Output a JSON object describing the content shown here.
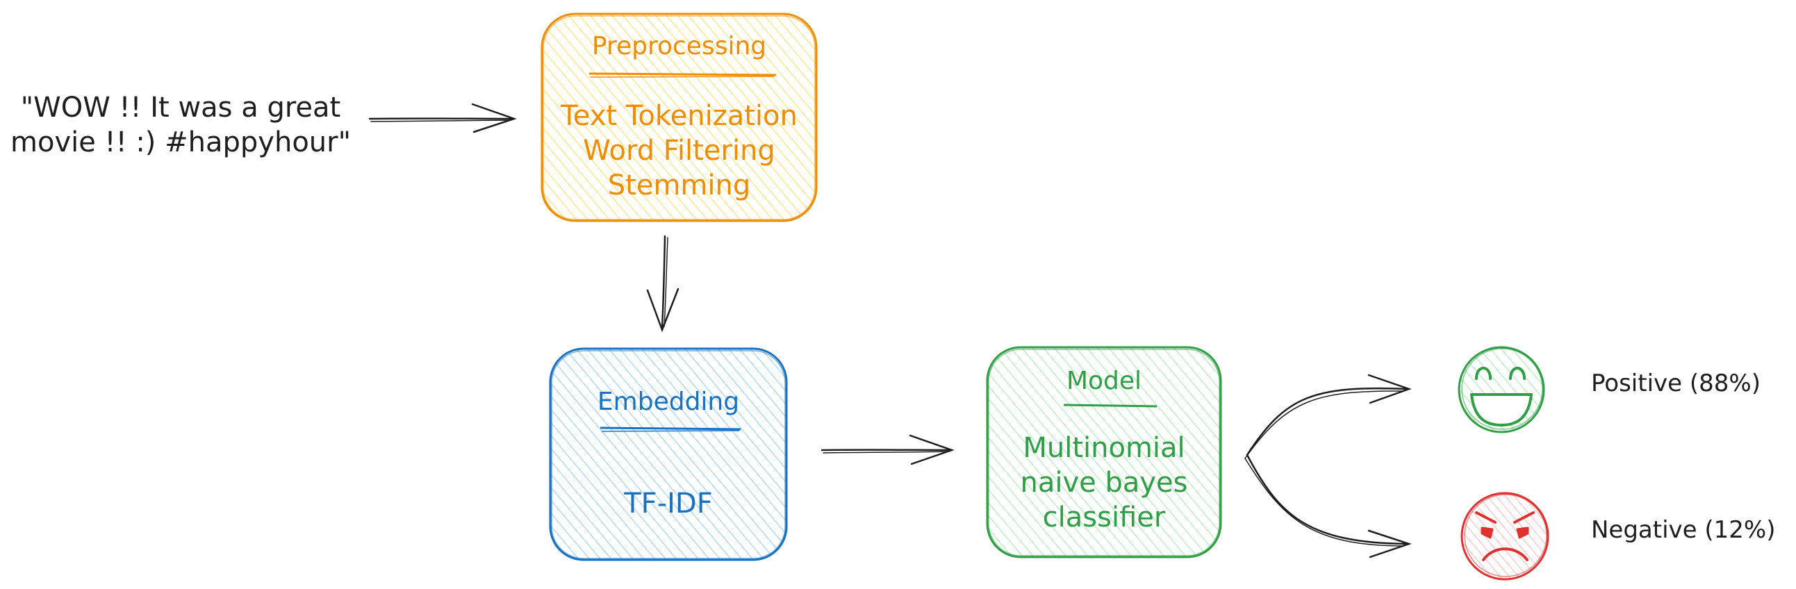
{
  "colors": {
    "orange": "#f08c00",
    "orange_fill": "#ffec99",
    "blue": "#1971c2",
    "blue_fill": "#a5d8ff",
    "green": "#2f9e44",
    "green_fill": "#b2f2bb",
    "red": "#e03131",
    "red_fill": "#ffc9c9",
    "ink": "#1e1e1e"
  },
  "input": {
    "line1": "\"WOW !! It was a great",
    "line2": "movie !! :) #happyhour\""
  },
  "preprocessing": {
    "title": "Preprocessing",
    "steps": [
      "Text Tokenization",
      "Word Filtering",
      "Stemming"
    ]
  },
  "embedding": {
    "title": "Embedding",
    "method": "TF-IDF"
  },
  "model": {
    "title": "Model",
    "lines": [
      "Multinomial",
      "naive bayes",
      "classifier"
    ]
  },
  "outputs": {
    "positive": {
      "label": "Positive (88%)",
      "icon": "happy-face-icon"
    },
    "negative": {
      "label": "Negative (12%)",
      "icon": "angry-face-icon"
    }
  }
}
